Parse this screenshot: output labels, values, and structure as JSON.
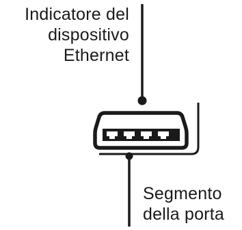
{
  "labels": {
    "device_indicator": {
      "lines": [
        "Indicatore del",
        "dispositivo",
        "Ethernet"
      ]
    },
    "port_segment": {
      "lines": [
        "Segmento",
        "della porta"
      ]
    }
  },
  "colors": {
    "ink": "#1a1a1a",
    "background": "#ffffff"
  },
  "icons": {
    "device": "ethernet-switch-icon",
    "ports": "ethernet-port-icon"
  }
}
